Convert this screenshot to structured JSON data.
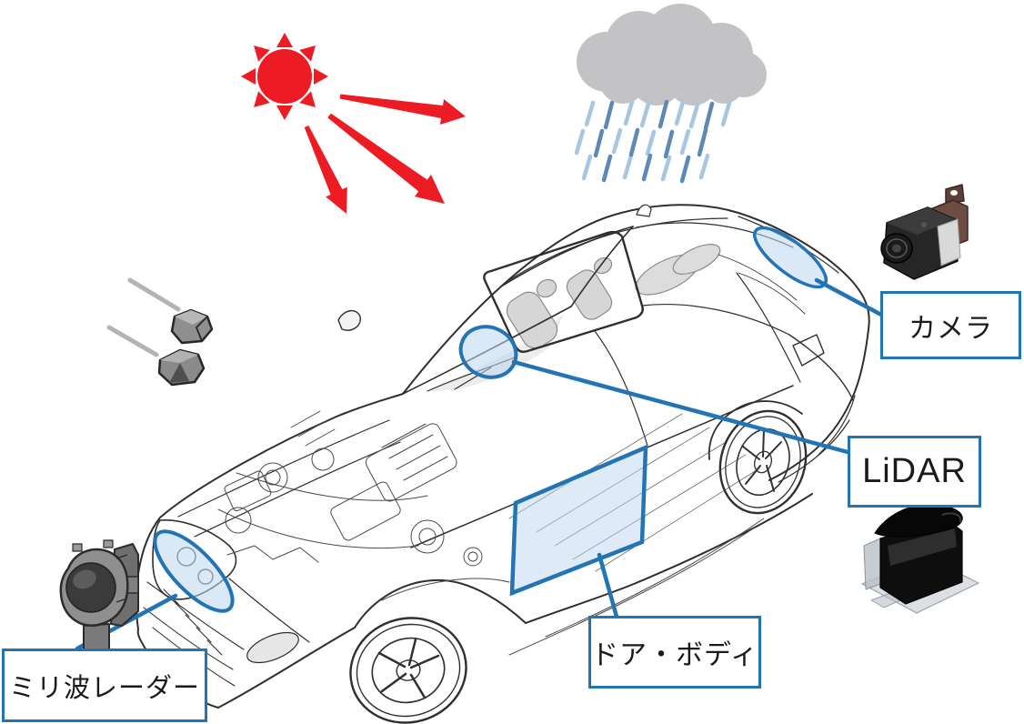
{
  "labels": {
    "camera": "カメラ",
    "lidar": "LiDAR",
    "door_body": "ドア・ボディ",
    "mmwave_radar": "ミリ波レーダー"
  },
  "colors": {
    "accent_blue": "#2374B5",
    "highlight_fill": "#BDD7EE",
    "alert_red": "#ED1C24",
    "cloud_gray": "#C3C3C5",
    "rain_light": "#A9C6E0",
    "rain_dark": "#5E88B5",
    "wireframe_ink": "#2f2f2f",
    "stone_gray": "#8f8f8f"
  },
  "icons": {
    "sun": "sun-icon",
    "heat_arrows": "heat-arrows-icon",
    "rain_cloud": "rain-cloud-icon",
    "stones": "stone-chips-icon",
    "car": "car-cutaway-illustration",
    "camera_unit": "camera-unit-image",
    "lidar_unit": "lidar-unit-image",
    "radar_unit": "radar-unit-image"
  }
}
